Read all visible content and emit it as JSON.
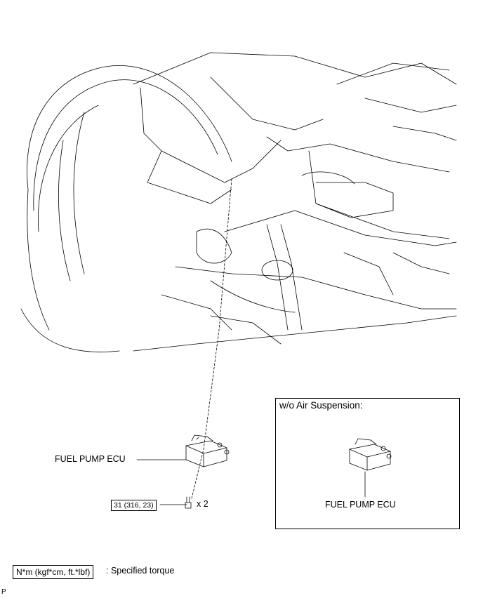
{
  "labels": {
    "fuel_pump_ecu_main": "FUEL PUMP ECU",
    "fuel_pump_ecu_inset": "FUEL PUMP ECU",
    "inset_title": "w/o Air Suspension:",
    "torque_value": "31 (316, 23)",
    "bolt_quantity": "x 2",
    "legend_units": "N*m (kgf*cm, ft.*lbf)",
    "legend_desc": ": Specified torque",
    "corner_mark": "P"
  }
}
